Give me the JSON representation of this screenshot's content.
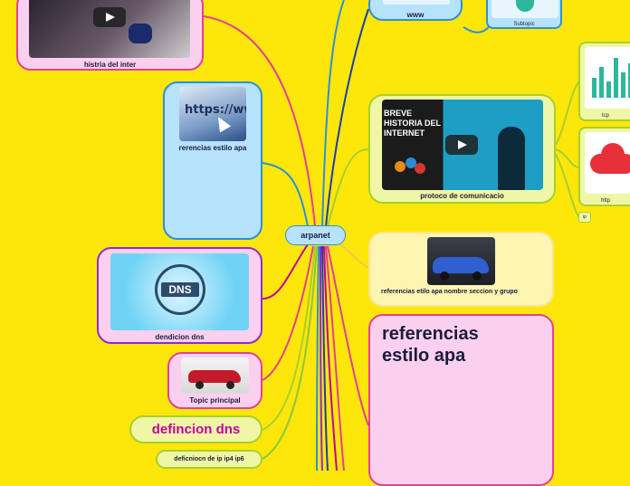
{
  "colors": {
    "background": "#fde70b",
    "central_fill": "#b6e3fb",
    "central_border": "#2f8fd6",
    "blue_fill": "#b6e3fb",
    "pink_fill": "#fbd0ef",
    "lime_fill": "#eff7a6",
    "cream_fill": "#fdf6b2",
    "pink_border": "#e63f93",
    "blue_border": "#2f8fd6",
    "lime_border": "#a9cf26",
    "magenta_text": "#c3009e"
  },
  "central": {
    "label": "arpanet"
  },
  "topics": {
    "historia": {
      "label": "histria  del inter",
      "image_icon": "video-thumbnail-icon"
    },
    "www": {
      "label": "www"
    },
    "subtopic": {
      "label": "Subtopic",
      "image_icon": "shield-icon"
    },
    "referencias_apa": {
      "label": "rerencias  estilo apa",
      "image_icon": "https-browser-icon"
    },
    "protocolo": {
      "label": "protoco de comunicacio",
      "video_title_line1": "BREVE",
      "video_title_line2": "HISTORIA DEL",
      "video_title_line3": "INTERNET",
      "image_icon": "video-thumbnail-icon"
    },
    "tcp": {
      "label": "tcp",
      "image_icon": "bar-chart-icon"
    },
    "http": {
      "label": "http",
      "image_icon": "cloud-icon"
    },
    "ip": {
      "label": "ip"
    },
    "dns": {
      "label": "dendicion  dns",
      "image_icon": "dns-server-icon",
      "image_text": "DNS"
    },
    "referencias_nombre": {
      "label": "referencias etilo apa nombre  seccion y grupo",
      "image_icon": "car-icon"
    },
    "topic_principal": {
      "label": "Topic principal",
      "image_icon": "car-icon"
    },
    "referencias_big": {
      "label_line1": "referencias",
      "label_line2": "estilo apa"
    },
    "definicion_dns": {
      "label": "defincion dns"
    },
    "definicion_ip": {
      "label": "deficniocn de ip ip4  ip6"
    }
  }
}
